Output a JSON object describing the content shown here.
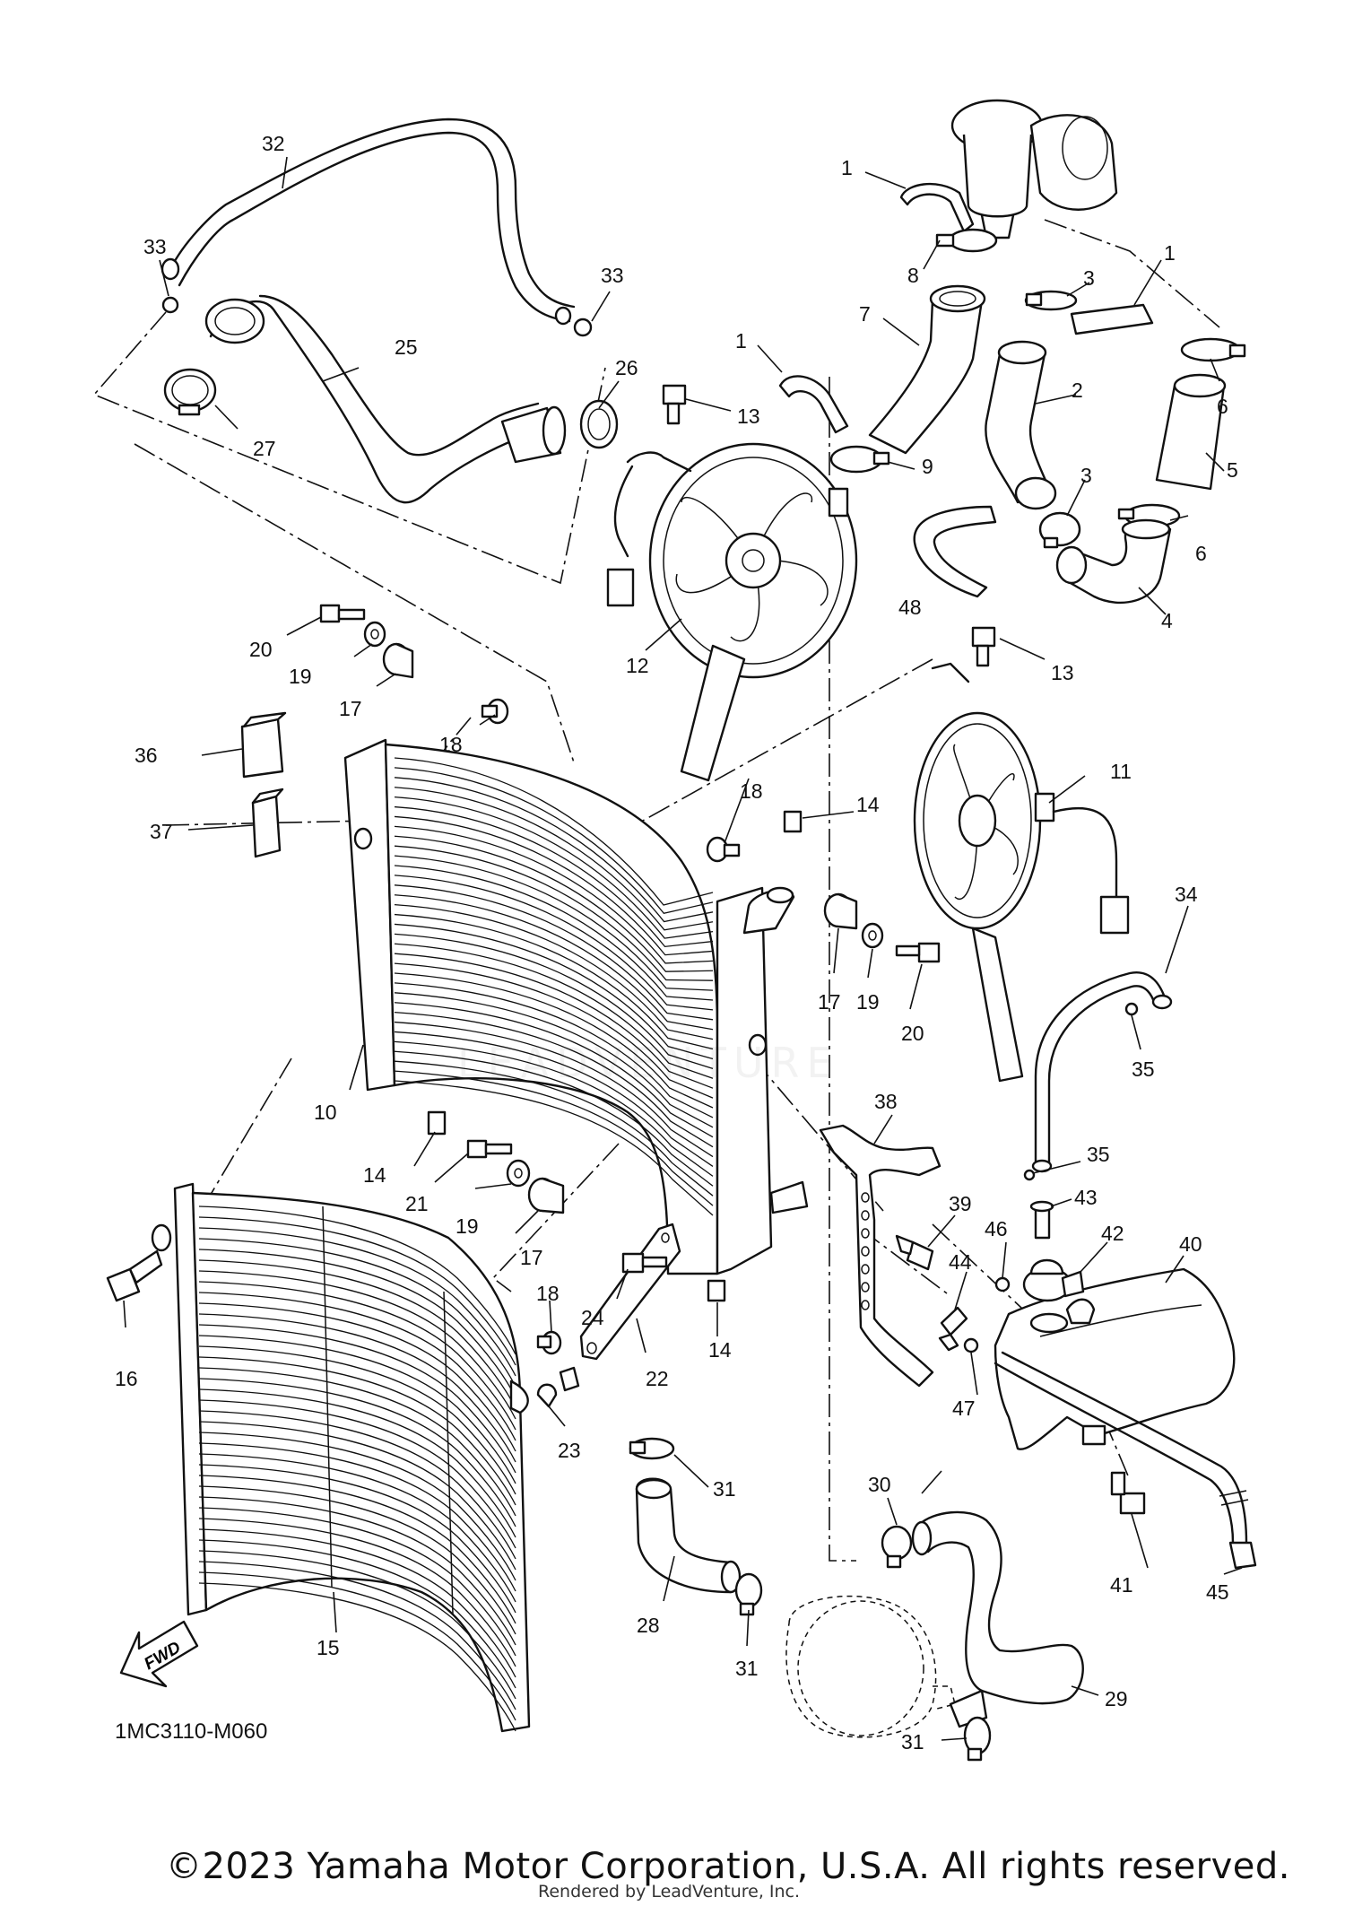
{
  "diagram": {
    "code": "1MC3110-M060",
    "fwd_label": "FWD",
    "copyright": "©2023 Yamaha Motor Corporation, U.S.A. All rights reserved.",
    "rendered_by": "Rendered by LeadVenture, Inc.",
    "watermark": "LEADVENTURE",
    "callouts": [
      {
        "id": "c1a",
        "label": "1"
      },
      {
        "id": "c1b",
        "label": "1"
      },
      {
        "id": "c1c",
        "label": "1"
      },
      {
        "id": "c2",
        "label": "2"
      },
      {
        "id": "c3a",
        "label": "3"
      },
      {
        "id": "c3b",
        "label": "3"
      },
      {
        "id": "c4",
        "label": "4"
      },
      {
        "id": "c5",
        "label": "5"
      },
      {
        "id": "c6a",
        "label": "6"
      },
      {
        "id": "c6b",
        "label": "6"
      },
      {
        "id": "c7",
        "label": "7"
      },
      {
        "id": "c8",
        "label": "8"
      },
      {
        "id": "c9",
        "label": "9"
      },
      {
        "id": "c10",
        "label": "10"
      },
      {
        "id": "c11",
        "label": "11"
      },
      {
        "id": "c12",
        "label": "12"
      },
      {
        "id": "c13a",
        "label": "13"
      },
      {
        "id": "c13b",
        "label": "13"
      },
      {
        "id": "c14a",
        "label": "14"
      },
      {
        "id": "c14b",
        "label": "14"
      },
      {
        "id": "c14c",
        "label": "14"
      },
      {
        "id": "c15",
        "label": "15"
      },
      {
        "id": "c16",
        "label": "16"
      },
      {
        "id": "c17a",
        "label": "17"
      },
      {
        "id": "c17b",
        "label": "17"
      },
      {
        "id": "c17c",
        "label": "17"
      },
      {
        "id": "c18a",
        "label": "18"
      },
      {
        "id": "c18b",
        "label": "18"
      },
      {
        "id": "c18c",
        "label": "18"
      },
      {
        "id": "c19a",
        "label": "19"
      },
      {
        "id": "c19b",
        "label": "19"
      },
      {
        "id": "c19c",
        "label": "19"
      },
      {
        "id": "c20a",
        "label": "20"
      },
      {
        "id": "c20b",
        "label": "20"
      },
      {
        "id": "c21",
        "label": "21"
      },
      {
        "id": "c22",
        "label": "22"
      },
      {
        "id": "c23",
        "label": "23"
      },
      {
        "id": "c24",
        "label": "24"
      },
      {
        "id": "c25",
        "label": "25"
      },
      {
        "id": "c26",
        "label": "26"
      },
      {
        "id": "c27",
        "label": "27"
      },
      {
        "id": "c28",
        "label": "28"
      },
      {
        "id": "c29",
        "label": "29"
      },
      {
        "id": "c30",
        "label": "30"
      },
      {
        "id": "c31a",
        "label": "31"
      },
      {
        "id": "c31b",
        "label": "31"
      },
      {
        "id": "c31c",
        "label": "31"
      },
      {
        "id": "c32",
        "label": "32"
      },
      {
        "id": "c33a",
        "label": "33"
      },
      {
        "id": "c33b",
        "label": "33"
      },
      {
        "id": "c34",
        "label": "34"
      },
      {
        "id": "c35a",
        "label": "35"
      },
      {
        "id": "c35b",
        "label": "35"
      },
      {
        "id": "c36",
        "label": "36"
      },
      {
        "id": "c37",
        "label": "37"
      },
      {
        "id": "c38",
        "label": "38"
      },
      {
        "id": "c39",
        "label": "39"
      },
      {
        "id": "c40",
        "label": "40"
      },
      {
        "id": "c41",
        "label": "41"
      },
      {
        "id": "c42",
        "label": "42"
      },
      {
        "id": "c43",
        "label": "43"
      },
      {
        "id": "c44",
        "label": "44"
      },
      {
        "id": "c45",
        "label": "45"
      },
      {
        "id": "c46",
        "label": "46"
      },
      {
        "id": "c47",
        "label": "47"
      },
      {
        "id": "c48",
        "label": "48"
      }
    ]
  }
}
